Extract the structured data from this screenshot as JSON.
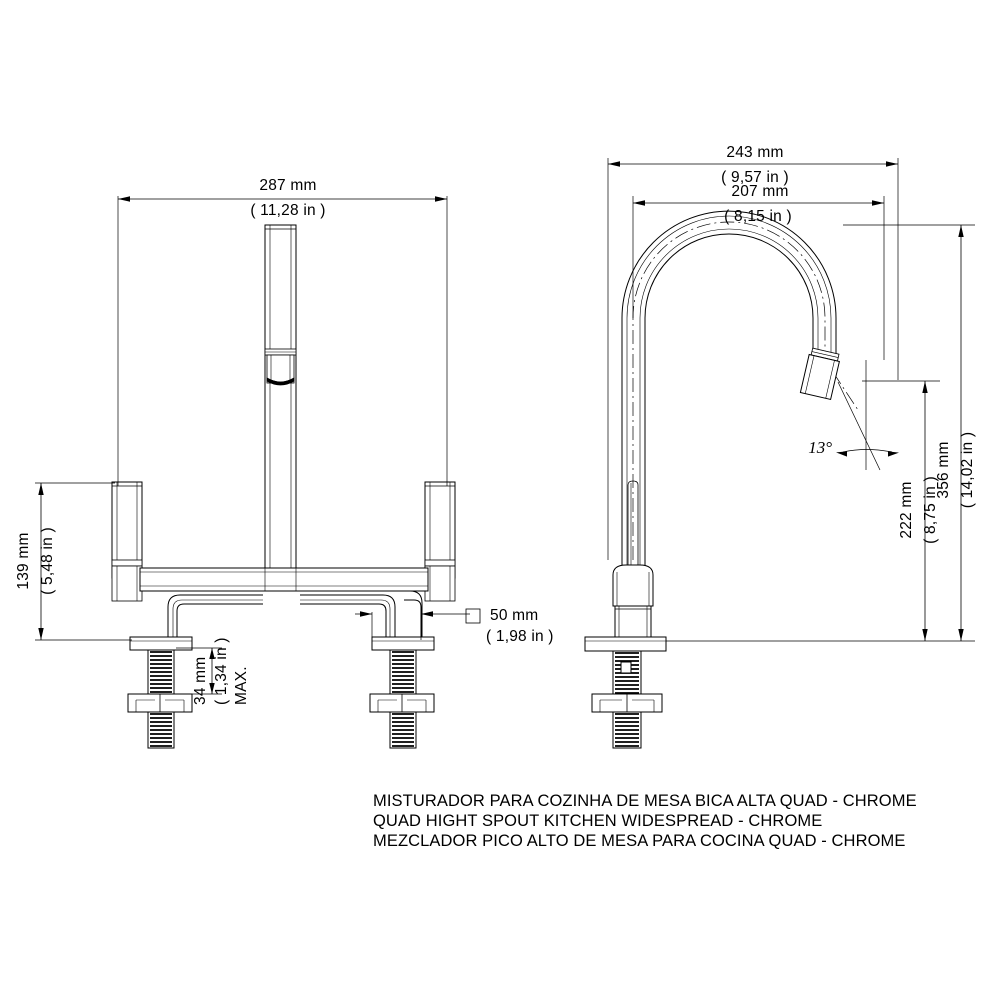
{
  "drawing": {
    "title_block": {
      "line_pt": "MISTURADOR PARA COZINHA DE MESA BICA ALTA QUAD - CHROME",
      "line_en": "QUAD HIGHT SPOUT KITCHEN WIDESPREAD - CHROME",
      "line_es": "MEZCLADOR PICO ALTO DE MESA PARA COCINA QUAD - CHROME"
    },
    "views": {
      "front": {
        "name": "front-elevation-view"
      },
      "side": {
        "name": "side-elevation-view"
      }
    },
    "dimensions": {
      "overall_width": {
        "name": "dimension-287mm",
        "mm": "287 mm",
        "in": "( 11,28 in )"
      },
      "handle_height": {
        "name": "dimension-139mm",
        "mm": "139 mm",
        "in": "( 5,48 in )"
      },
      "shank_max": {
        "name": "dimension-34mm-max",
        "mm": "34 mm",
        "in": "( 1,34 in )",
        "note": "MAX."
      },
      "hole_size": {
        "name": "dimension-50mm",
        "symbol": "□",
        "mm": "50 mm",
        "in": "( 1,98 in )"
      },
      "spout_reach_outer": {
        "name": "dimension-243mm",
        "mm": "243 mm",
        "in": "( 9,57 in )"
      },
      "spout_reach_inner": {
        "name": "dimension-207mm",
        "mm": "207 mm",
        "in": "( 8,15 in )"
      },
      "overall_height": {
        "name": "dimension-356mm",
        "mm": "356 mm",
        "in": "( 14,02 in )"
      },
      "spout_outlet_height": {
        "name": "dimension-222mm",
        "mm": "222 mm",
        "in": "( 8,75 in )"
      },
      "outlet_angle": {
        "name": "dimension-13-degrees",
        "value": "13°"
      }
    }
  }
}
